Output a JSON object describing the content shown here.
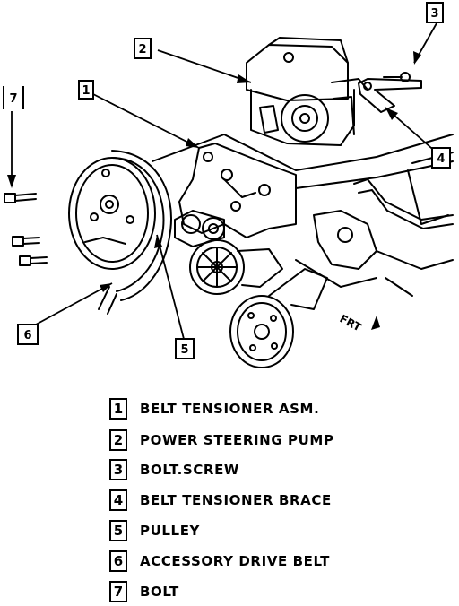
{
  "diagram": {
    "callouts": [
      "1",
      "2",
      "3",
      "4",
      "5",
      "6",
      "7"
    ],
    "direction_label": "FRT"
  },
  "legend": [
    {
      "num": "1",
      "label": "BELT TENSIONER ASM."
    },
    {
      "num": "2",
      "label": "POWER STEERING PUMP"
    },
    {
      "num": "3",
      "label": "BOLT.SCREW"
    },
    {
      "num": "4",
      "label": "BELT TENSIONER BRACE"
    },
    {
      "num": "5",
      "label": "PULLEY"
    },
    {
      "num": "6",
      "label": "ACCESSORY DRIVE BELT"
    },
    {
      "num": "7",
      "label": "BOLT"
    }
  ]
}
